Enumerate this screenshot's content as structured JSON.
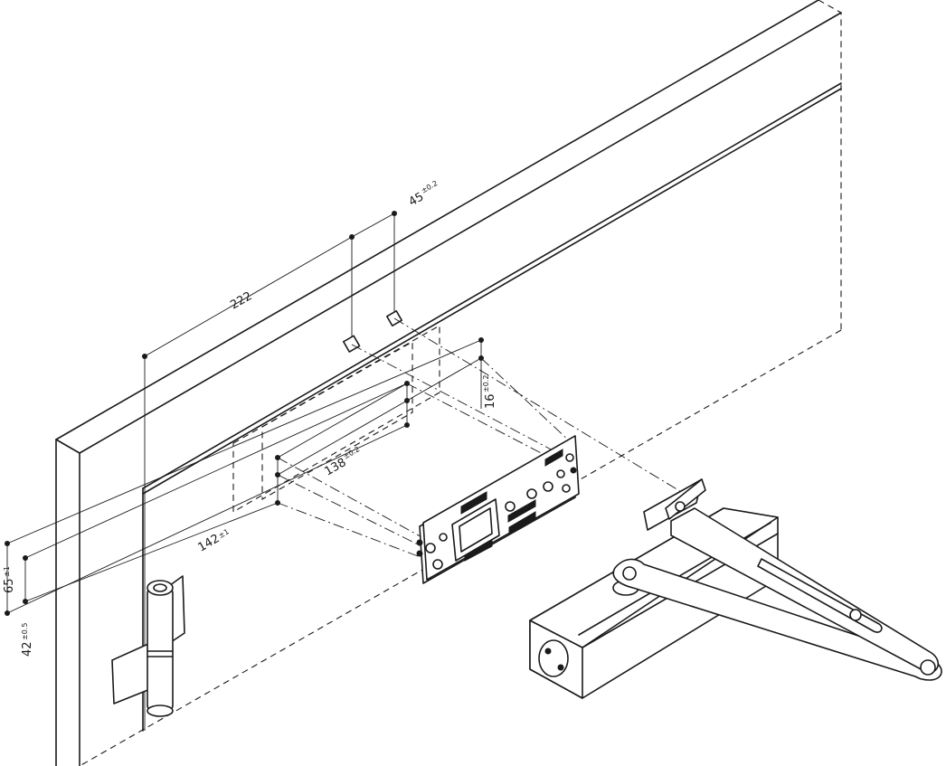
{
  "dimensions": {
    "d222": {
      "value": "222",
      "tol": ""
    },
    "d45": {
      "value": "45",
      "tol": "±0.2"
    },
    "d16": {
      "value": "16",
      "tol": "±0.2"
    },
    "d138": {
      "value": "138",
      "tol": "±0.2"
    },
    "d142": {
      "value": "142",
      "tol": "±1"
    },
    "d65": {
      "value": "65",
      "tol": "±1"
    },
    "d42": {
      "value": "42",
      "tol": "±0.5"
    }
  },
  "parts": {
    "door_frame": "door-frame",
    "hinge": "hinge-icon",
    "mounting_plate": "mounting-plate-icon",
    "door_closer": "door-closer-icon",
    "closer_arm": "scissor-arm-icon"
  },
  "colors": {
    "line": "#1a1a1a",
    "background": "#ffffff"
  }
}
